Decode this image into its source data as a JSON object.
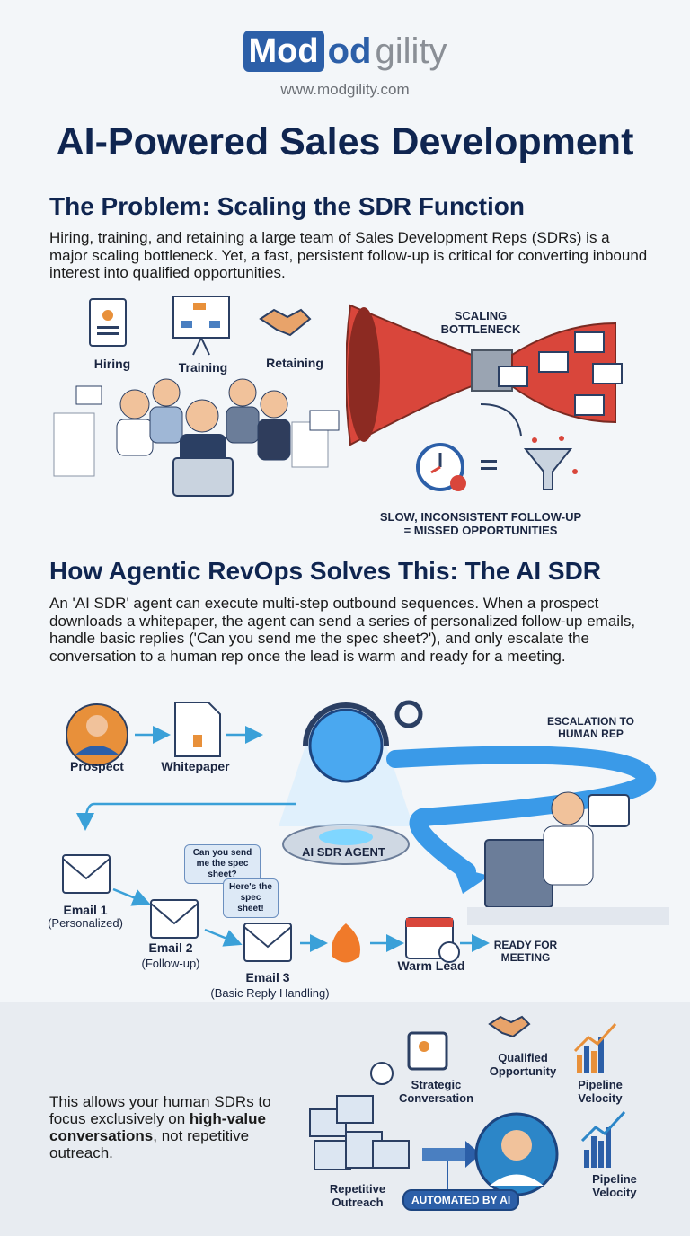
{
  "logo": {
    "mark": "Mod",
    "od": "od",
    "rest": "gility",
    "url": "www.modgility.com"
  },
  "title": "AI-Powered Sales Development",
  "problem": {
    "heading": "The Problem: Scaling the SDR Function",
    "text": "Hiring, training, and retaining a large team of Sales Development Reps (SDRs) is a major scaling bottleneck. Yet, a fast, persistent follow-up is critical for converting inbound interest into qualified opportunities.",
    "icons": [
      "Hiring",
      "Training",
      "Retaining"
    ],
    "bottleneck_label_1": "SCALING",
    "bottleneck_label_2": "BOTTLENECK",
    "consequence_1": "SLOW, INCONSISTENT FOLLOW-UP",
    "consequence_2": "= MISSED OPPORTUNITIES"
  },
  "solution": {
    "heading": "How Agentic RevOps Solves This: The AI SDR",
    "text": "An 'AI SDR' agent can execute multi-step outbound sequences. When a prospect downloads a whitepaper, the agent can send a series of personalized follow-up emails, handle basic replies ('Can you send me the spec sheet?'), and only escalate the conversation to a human rep once the lead is warm and ready for a meeting.",
    "prospect": "Prospect",
    "whitepaper": "Whitepaper",
    "agent": "AI SDR AGENT",
    "escalation_1": "ESCALATION TO",
    "escalation_2": "HUMAN REP",
    "email1": {
      "label": "Email 1",
      "sub": "(Personalized)"
    },
    "email2": {
      "label": "Email 2",
      "sub": "(Follow-up)"
    },
    "email3": {
      "label": "Email 3",
      "sub": "(Basic Reply Handling)"
    },
    "bubble1": "Can you send me the spec sheet?",
    "bubble2": "Here's the spec sheet!",
    "warm": "Warm Lead",
    "ready_1": "READY FOR",
    "ready_2": "MEETING"
  },
  "bottom": {
    "text_pre": "This allows your human SDRs to focus exclusively on ",
    "text_bold": "high-value conversations",
    "text_post": ", not repetitive outreach.",
    "repetitive": "Repetitive Outreach",
    "automated": "AUTOMATED BY AI",
    "strategic": "Strategic Conversation",
    "qualified": "Qualified Opportunity",
    "pipeline1": "Pipeline Velocity",
    "pipeline2": "Pipeline Velocity"
  },
  "colors": {
    "navy": "#0f2550",
    "brand": "#2c5fa8",
    "accent_orange": "#e8903a",
    "bottleneck_red": "#d9463b"
  }
}
